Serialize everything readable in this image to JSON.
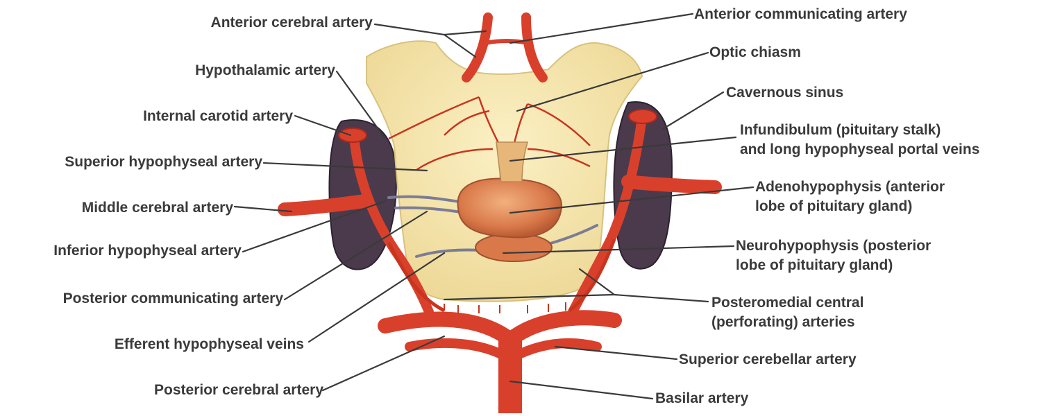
{
  "colors": {
    "artery": "#d9402c",
    "artery_dark": "#a92a1c",
    "tissue": "#f6e6ac",
    "tissue_edge": "#d8c27e",
    "sinus": "#4a3a4c",
    "vein": "#7b7c95",
    "gland": "#e08a5a",
    "text": "#3a3a3a"
  },
  "labels": {
    "anterior_cerebral": "Anterior cerebral artery",
    "hypothalamic": "Hypothalamic artery",
    "internal_carotid": "Internal carotid artery",
    "superior_hypophyseal": "Superior hypophyseal artery",
    "middle_cerebral": "Middle cerebral artery",
    "inferior_hypophyseal": "Inferior hypophyseal artery",
    "posterior_communicating": "Posterior communicating artery",
    "efferent_veins": "Efferent hypophyseal veins",
    "posterior_cerebral": "Posterior cerebral artery",
    "anterior_communicating": "Anterior communicating artery",
    "optic_chiasm": "Optic chiasm",
    "cavernous_sinus": "Cavernous sinus",
    "infundibulum_1": "Infundibulum (pituitary stalk)",
    "infundibulum_2": "and long hypophyseal portal veins",
    "adenohypophysis_1": "Adenohypophysis (anterior",
    "adenohypophysis_2": "lobe of pituitary gland)",
    "neurohypophysis_1": "Neurohypophysis (posterior",
    "neurohypophysis_2": "lobe of pituitary gland)",
    "posteromedial_1": "Posteromedial central",
    "posteromedial_2": "(perforating) arteries",
    "superior_cerebellar": "Superior cerebellar artery",
    "basilar": "Basilar artery"
  }
}
